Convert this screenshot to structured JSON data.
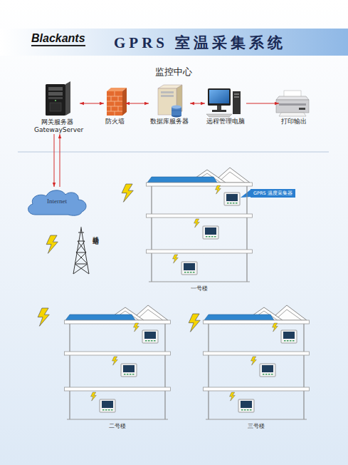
{
  "diagram": {
    "title": "GPRS 室温采集系统",
    "nodes": [
      {
        "text": [
          "网关服务器 GatewayServer"
        ]
      },
      {
        "text": [
          "防火墙"
        ]
      },
      {
        "text": [
          "数据库服务器"
        ]
      },
      {
        "text": [
          "远程管理电脑"
        ]
      },
      {
        "text": [
          "打印输出"
        ]
      },
      {
        "text": [
          "Internet"
        ]
      },
      {
        "text": [
          "移动基站"
        ]
      },
      {
        "text": [
          "一号楼"
        ]
      },
      {
        "text": [
          "二号楼"
        ]
      },
      {
        "text": [
          "三号楼"
        ]
      }
    ],
    "edges": [
      {
        "from": 0,
        "to": 1,
        "arrow": "both"
      },
      {
        "from": 1,
        "to": 2,
        "arrow": "both"
      },
      {
        "from": 2,
        "to": 3,
        "arrow": "both"
      },
      {
        "from": 3,
        "to": 4,
        "arrow": "to"
      },
      {
        "from": 0,
        "to": 5,
        "arrow": "to"
      },
      {
        "from": 5,
        "to": 0,
        "arrow": "to"
      }
    ],
    "labels": [
      "Blackants",
      "监控中心",
      "GPRS 温度采集器"
    ]
  }
}
